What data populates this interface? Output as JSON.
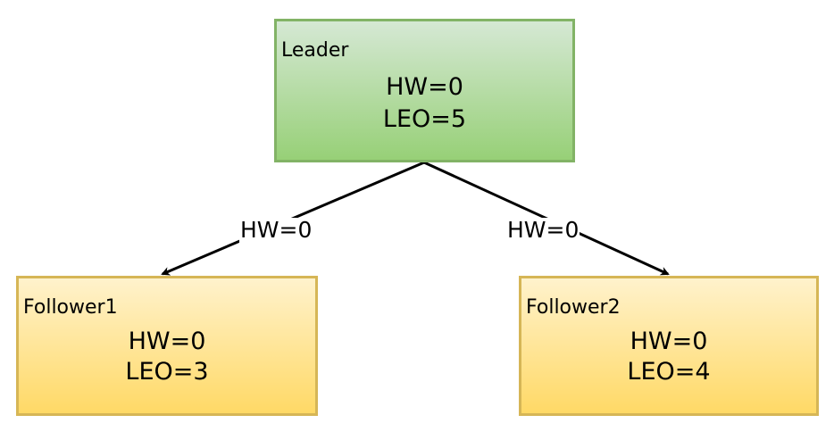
{
  "nodes": {
    "leader": {
      "title": "Leader",
      "hw": "HW=0",
      "leo": "LEO=5"
    },
    "follower1": {
      "title": "Follower1",
      "hw": "HW=0",
      "leo": "LEO=3"
    },
    "follower2": {
      "title": "Follower2",
      "hw": "HW=0",
      "leo": "LEO=4"
    }
  },
  "edges": [
    {
      "from": "leader",
      "to": "follower1",
      "label": "HW=0"
    },
    {
      "from": "leader",
      "to": "follower2",
      "label": "HW=0"
    }
  ],
  "colors": {
    "leader_fill_top": "#d5e8d4",
    "leader_fill_bottom": "#97d077",
    "leader_border": "#82b366",
    "follower_fill_top": "#fff2cc",
    "follower_fill_bottom": "#ffd966",
    "follower_border": "#d6b656",
    "edge": "#000000"
  }
}
